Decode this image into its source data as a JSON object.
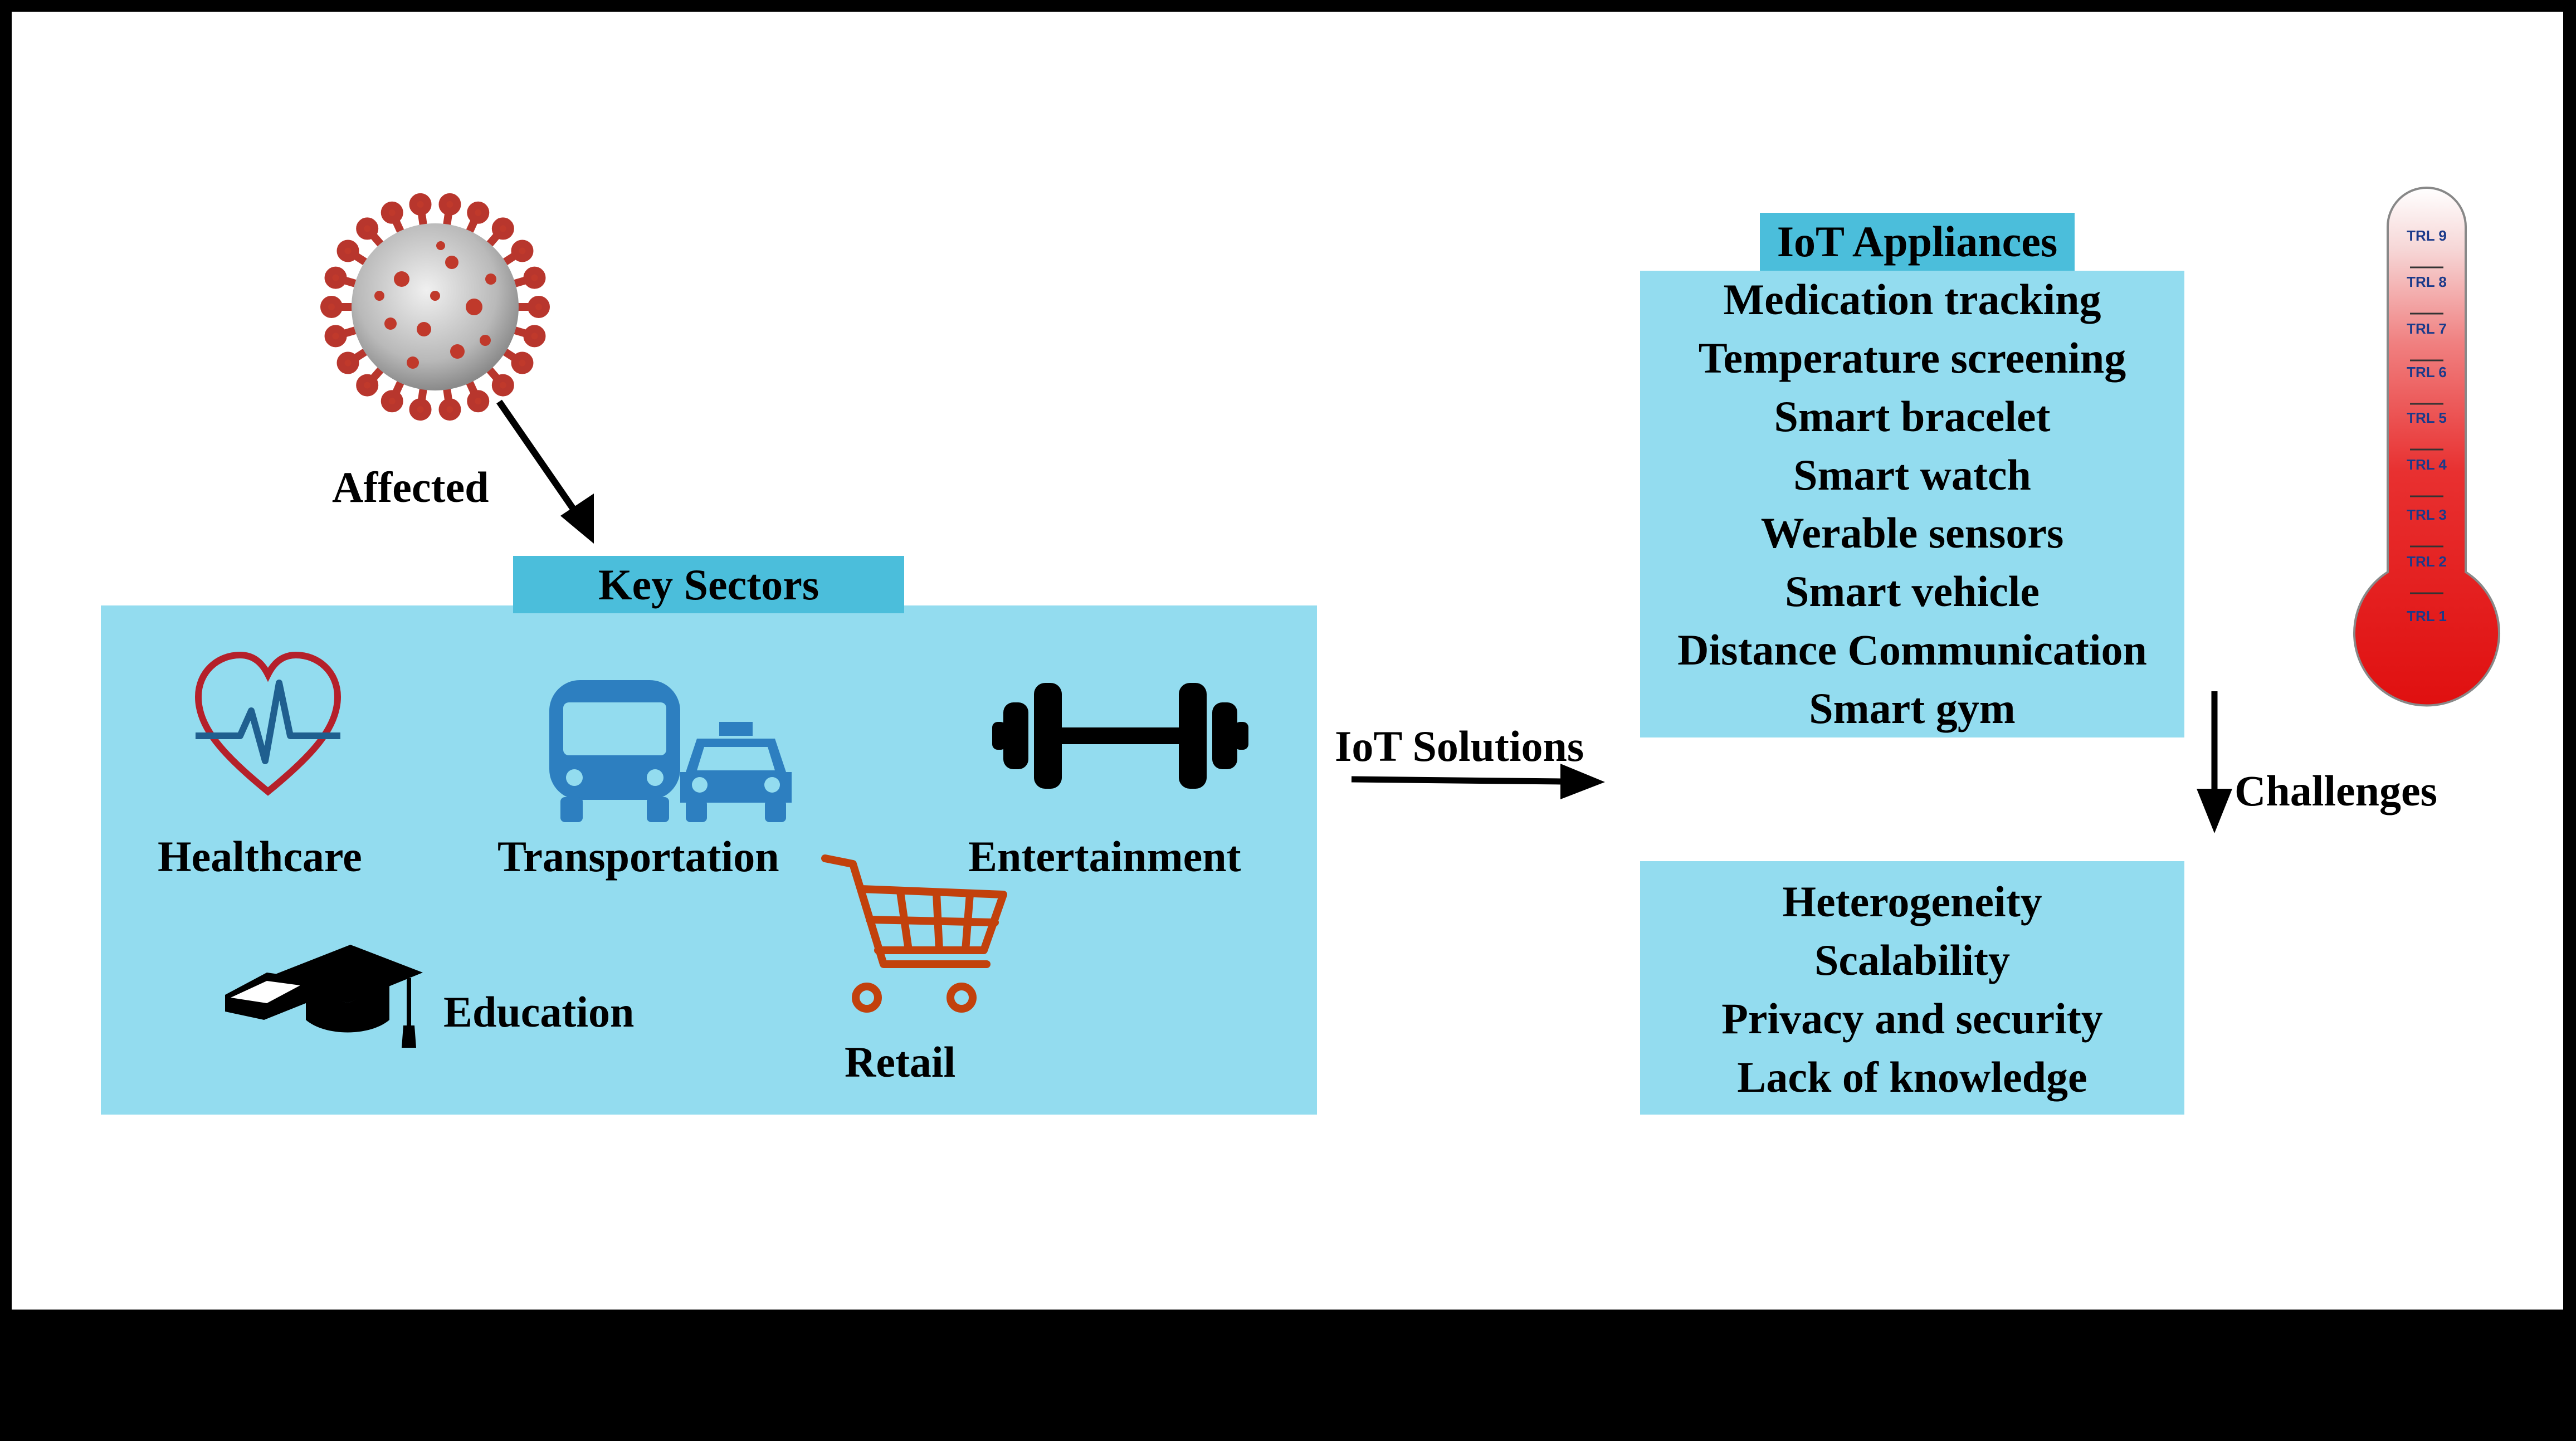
{
  "affected_label": "Affected",
  "key_sectors": {
    "title": "Key Sectors",
    "sectors": {
      "healthcare": "Healthcare",
      "transportation": "Transportation",
      "entertainment": "Entertainment",
      "education": "Education",
      "retail": "Retail"
    }
  },
  "iot_solutions_label": "IoT Solutions",
  "iot_appliances": {
    "title": "IoT Appliances",
    "items": [
      "Medication tracking",
      "Temperature screening",
      "Smart bracelet",
      "Smart watch",
      "Werable sensors",
      "Smart vehicle",
      "Distance Communication",
      "Smart gym"
    ]
  },
  "challenges_label": "Challenges",
  "challenges": {
    "items": [
      "Heterogeneity",
      "Scalability",
      "Privacy and security",
      "Lack of knowledge"
    ]
  },
  "thermometer": {
    "levels": [
      "TRL 9",
      "TRL 8",
      "TRL 7",
      "TRL 6",
      "TRL 5",
      "TRL 4",
      "TRL 3",
      "TRL 2",
      "TRL 1"
    ]
  },
  "colors": {
    "box": "#93dcef",
    "header": "#4bbedb",
    "heart": "#b5202a",
    "vehicle": "#2d7fc0",
    "cart": "#c2410c",
    "thermo_red": "#e01010"
  },
  "icons": [
    "virus-icon",
    "heart-pulse-icon",
    "bus-icon",
    "taxi-icon",
    "dumbbell-icon",
    "graduation-cap-icon",
    "shopping-cart-icon",
    "thermometer-icon"
  ]
}
